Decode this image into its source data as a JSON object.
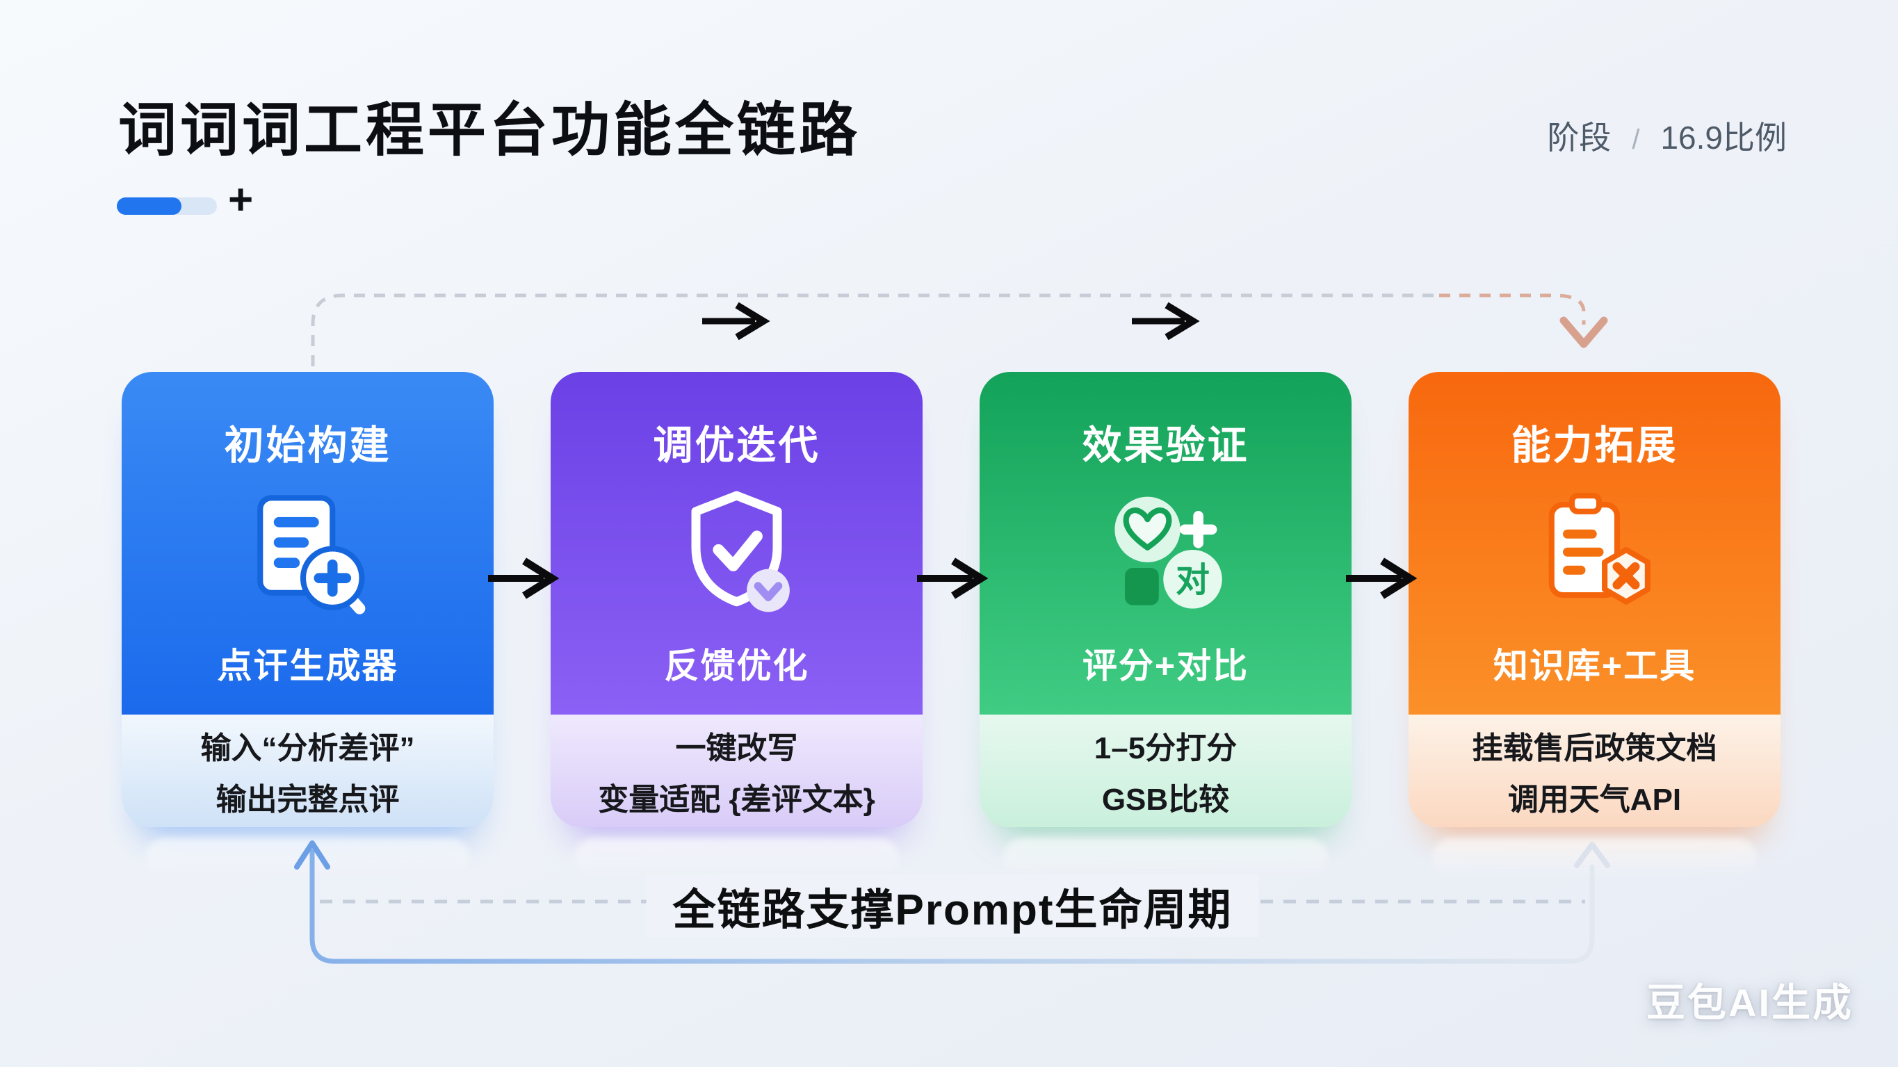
{
  "header": {
    "title": "词词词工程平台功能全链路",
    "progress_plus": "+",
    "stage_label": "阶段",
    "divider": "/",
    "ratio_label": "16.9比例"
  },
  "cards": [
    {
      "title": "初始构建",
      "subtitle": "点讦生成器",
      "icon": "document-plus-icon",
      "accent": "#2176f0",
      "footer_line1": "输入“分析差评”",
      "footer_line2": "输出完整点评"
    },
    {
      "title": "调优迭代",
      "subtitle": "反馈优化",
      "icon": "shield-check-icon",
      "accent": "#7a4ff0",
      "footer_line1": "一键改写",
      "footer_line2": "变量适配 {差评文本}"
    },
    {
      "title": "效果验证",
      "subtitle": "评分+对比",
      "icon": "heart-plus-compare-icon",
      "accent": "#22b06a",
      "footer_line1": "1–5分打分",
      "footer_line2": "GSB比较"
    },
    {
      "title": "能力拓展",
      "subtitle": "知识库+工具",
      "icon": "clipboard-x-icon",
      "accent": "#f8680e",
      "footer_line1": "挂载售后政策文档",
      "footer_line2": "调用天气API"
    }
  ],
  "flow": {
    "loop_label": "全链路支撑Prompt生命周期"
  },
  "icons": {
    "compare_glyph": "对"
  },
  "watermark": "豆包AI生成"
}
